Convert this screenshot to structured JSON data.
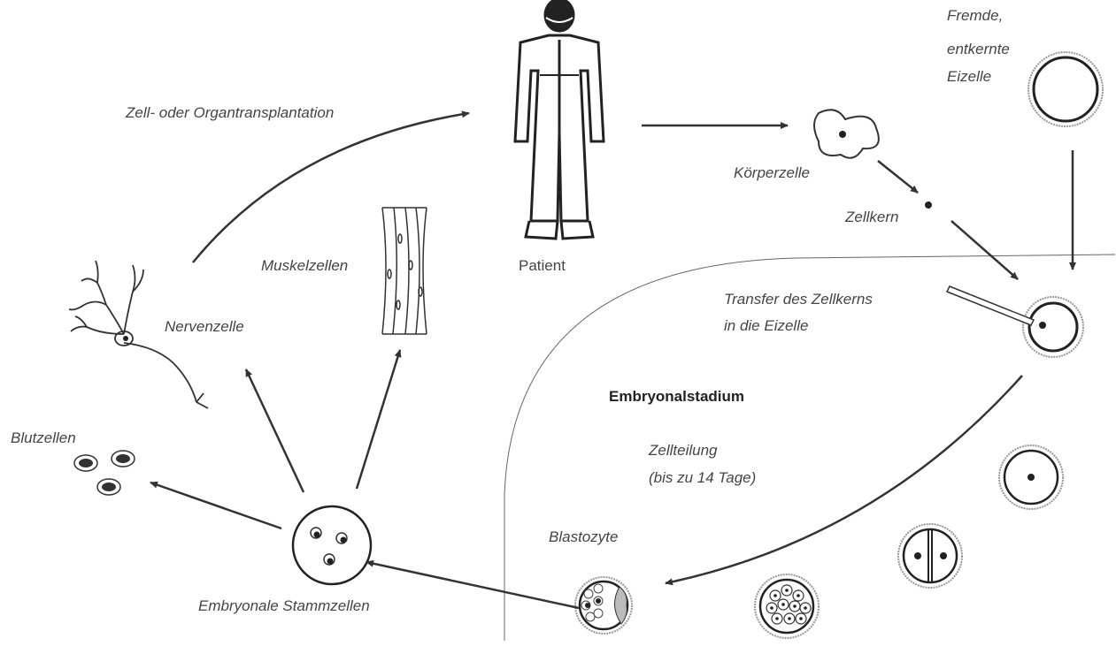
{
  "labels": {
    "transplantation": "Zell- oder Organtransplantation",
    "patient": "Patient",
    "koerperzelle": "Körperzelle",
    "zellkern": "Zellkern",
    "eizelle_line1": "Fremde,",
    "eizelle_line2": "entkernte",
    "eizelle_line3": "Eizelle",
    "transfer_line1": "Transfer des Zellkerns",
    "transfer_line2": "in die Eizelle",
    "embryonalstadium": "Embryonalstadium",
    "zellteilung_line1": "Zellteilung",
    "zellteilung_line2": "(bis zu 14 Tage)",
    "blastozyte": "Blastozyte",
    "stammzellen": "Embryonale Stammzellen",
    "blutzellen": "Blutzellen",
    "nervenzelle": "Nervenzelle",
    "muskelzellen": "Muskelzellen"
  },
  "colors": {
    "line": "#333333",
    "text": "#444444",
    "nucleus": "#222222"
  }
}
